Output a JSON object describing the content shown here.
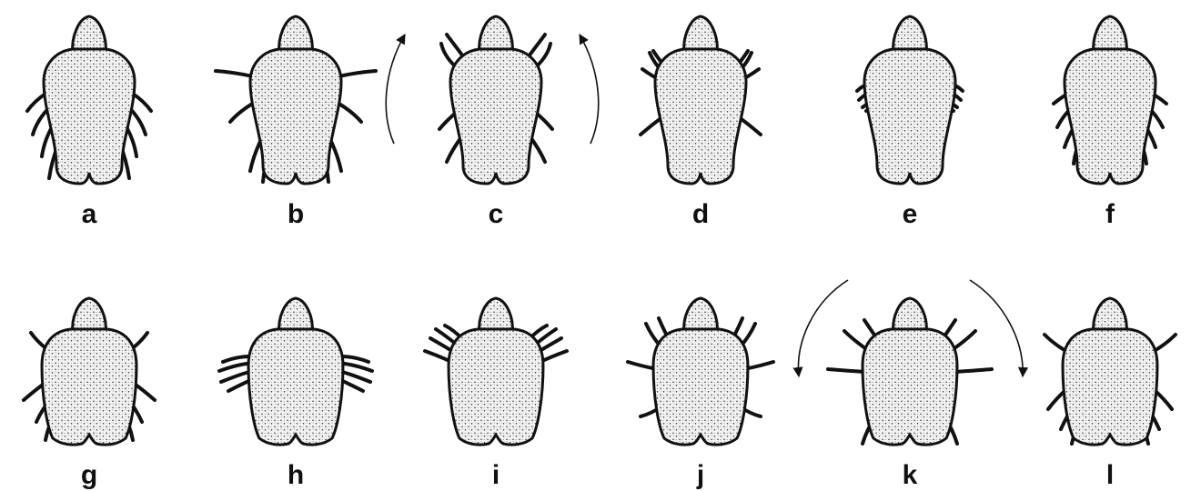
{
  "figure": {
    "rows": [
      {
        "row_id": "top",
        "body_shape": "elongated",
        "panels": [
          {
            "label": "a",
            "arrows": false
          },
          {
            "label": "b",
            "arrows": false
          },
          {
            "label": "c",
            "arrows": true,
            "arrow_direction": "outward-up"
          },
          {
            "label": "d",
            "arrows": false
          },
          {
            "label": "e",
            "arrows": false
          },
          {
            "label": "f",
            "arrows": false
          }
        ]
      },
      {
        "row_id": "bottom",
        "body_shape": "broad",
        "panels": [
          {
            "label": "g",
            "arrows": false
          },
          {
            "label": "h",
            "arrows": false
          },
          {
            "label": "i",
            "arrows": false
          },
          {
            "label": "j",
            "arrows": false
          },
          {
            "label": "k",
            "arrows": true,
            "arrow_direction": "outward-down"
          },
          {
            "label": "l",
            "arrows": false
          }
        ]
      }
    ]
  }
}
